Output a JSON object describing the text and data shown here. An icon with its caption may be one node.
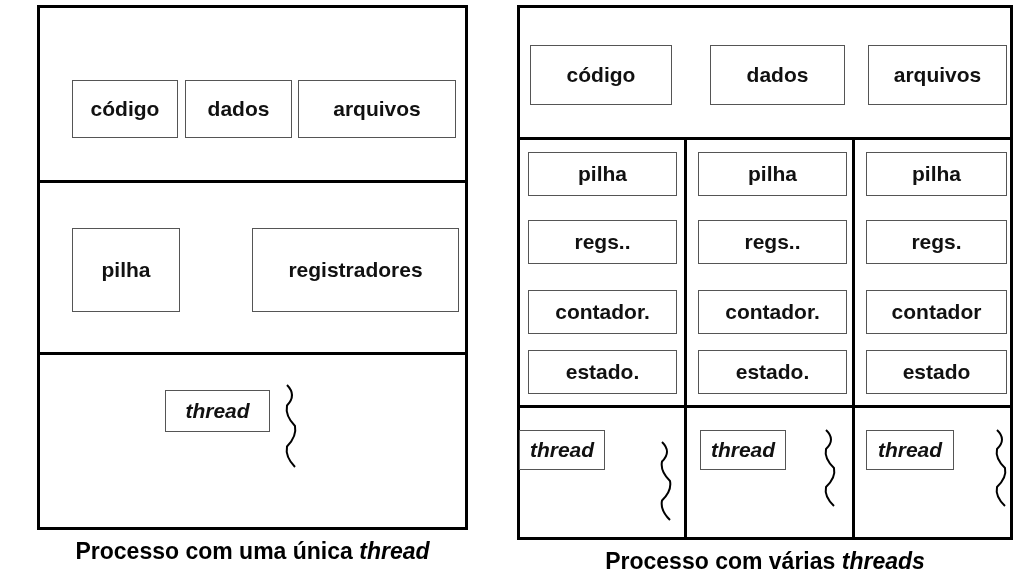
{
  "diagram": {
    "nodes": [
      {
        "text": [],
        "shape": "box",
        "beside": [
          "Processo com uma única *thread*"
        ]
      },
      {
        "text": [],
        "shape": "box",
        "in": 0
      },
      {
        "text": [
          "código"
        ],
        "in": 1
      },
      {
        "text": [
          "dados"
        ],
        "in": 1
      },
      {
        "text": [
          "arquivos"
        ],
        "in": 1
      },
      {
        "text": [],
        "shape": "box",
        "in": 0
      },
      {
        "text": [
          "pilha"
        ],
        "in": 5
      },
      {
        "text": [
          "registradores"
        ],
        "in": 5
      },
      {
        "text": [],
        "shape": "box",
        "in": 0
      },
      {
        "text": [
          "thread"
        ],
        "in": 8
      },
      {
        "text": [],
        "shape": "box",
        "beside": [
          "Processo com várias *threads*"
        ]
      },
      {
        "text": [],
        "shape": "box",
        "in": 10
      },
      {
        "text": [
          "código"
        ],
        "in": 11
      },
      {
        "text": [
          "dados"
        ],
        "in": 11
      },
      {
        "text": [
          "arquivos"
        ],
        "in": 11
      },
      {
        "text": [],
        "shape": "box",
        "in": 10
      },
      {
        "text": [
          "pilha"
        ],
        "in": 15
      },
      {
        "text": [
          "regs.."
        ],
        "in": 15
      },
      {
        "text": [
          "contador."
        ],
        "in": 15
      },
      {
        "text": [
          "estado."
        ],
        "in": 15
      },
      {
        "text": [],
        "shape": "box",
        "in": 10
      },
      {
        "text": [
          "thread"
        ],
        "in": 20
      },
      {
        "text": [],
        "shape": "box",
        "in": 10
      },
      {
        "text": [
          "pilha"
        ],
        "in": 22
      },
      {
        "text": [
          "regs.."
        ],
        "in": 22
      },
      {
        "text": [
          "contador."
        ],
        "in": 22
      },
      {
        "text": [
          "estado."
        ],
        "in": 22
      },
      {
        "text": [],
        "shape": "box",
        "in": 10
      },
      {
        "text": [
          "thread"
        ],
        "in": 27
      },
      {
        "text": [],
        "shape": "box",
        "in": 10
      },
      {
        "text": [
          "pilha"
        ],
        "in": 29
      },
      {
        "text": [
          "regs."
        ],
        "in": 29
      },
      {
        "text": [
          "contador"
        ],
        "in": 29
      },
      {
        "text": [
          "estado"
        ],
        "in": 29
      },
      {
        "text": [],
        "shape": "box",
        "in": 10
      },
      {
        "text": [
          "thread"
        ],
        "in": 34
      }
    ]
  }
}
